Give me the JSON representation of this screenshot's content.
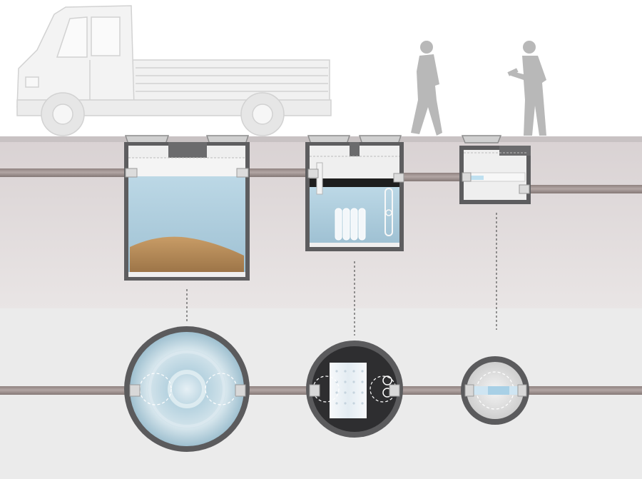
{
  "diagram": {
    "caption_text": "",
    "colors": {
      "sky": "#ffffff",
      "ground_cross_section": "#e4dedf",
      "lower_plan_background": "#ebebeb",
      "ground_line": "#c9c4c5",
      "pipe": "#9e918f",
      "pipe_highlight": "#b7adab",
      "chamber_wall": "#5b5b5d",
      "chamber_rim": "#8b8b8d",
      "water": "#b8d4e2",
      "water_dark": "#a6c6d6",
      "sediment": "#b48a58",
      "silhouette": "#b9b9b9",
      "truck_body": "#f1f1f1",
      "truck_outline": "#d8d8d8",
      "filter_media": "#eef4f8",
      "dashed_line": "#555555"
    },
    "elements": {
      "vehicle": "delivery-truck-icon",
      "people": [
        "walking-person-icon",
        "inspector-with-tablet-icon"
      ],
      "units": [
        {
          "id": "sediment-tank",
          "section": "sediment-tank-section",
          "plan": "sediment-tank-plan"
        },
        {
          "id": "filter-unit",
          "section": "filter-unit-section",
          "plan": "filter-unit-plan"
        },
        {
          "id": "inspection-shaft",
          "section": "inspection-shaft-section",
          "plan": "inspection-shaft-plan"
        }
      ]
    }
  }
}
